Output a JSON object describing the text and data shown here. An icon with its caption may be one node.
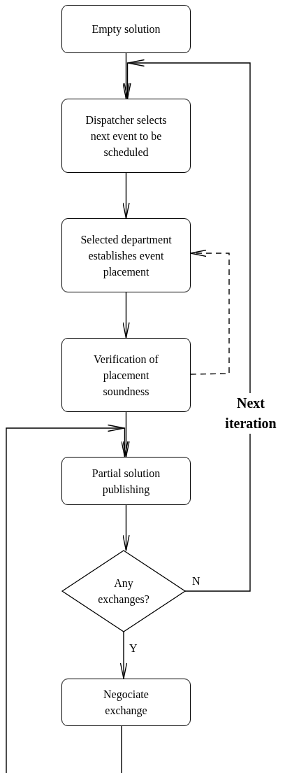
{
  "diagram": {
    "nodes": [
      {
        "text": [
          "Empty solution"
        ]
      },
      {
        "text": [
          "Dispatcher selects next event to be scheduled"
        ]
      },
      {
        "text": [
          "Selected department establishes event placement"
        ]
      },
      {
        "text": [
          "Verification of placement soundness"
        ]
      },
      {
        "text": [
          "Partial solution publishing"
        ]
      },
      {
        "text": [
          "Any exchanges?"
        ]
      },
      {
        "text": [
          "Negociate exchange"
        ]
      }
    ],
    "edges": [
      {
        "from": 0,
        "to": 1,
        "arrow": "to"
      },
      {
        "from": 1,
        "to": 2,
        "arrow": "to"
      },
      {
        "from": 2,
        "to": 3,
        "arrow": "to"
      },
      {
        "from": 3,
        "to": 2,
        "arrow": "to",
        "style": "dashed"
      },
      {
        "from": 3,
        "to": 4,
        "arrow": "to"
      },
      {
        "from": 4,
        "to": 5,
        "arrow": "to"
      },
      {
        "from": 5,
        "to": 6,
        "label": "Y",
        "arrow": "to"
      },
      {
        "from": 5,
        "to": 1,
        "label": "N",
        "arrow": "to"
      },
      {
        "from": 6,
        "to": 4,
        "arrow": "to"
      }
    ],
    "labels": [
      "Next iteration"
    ]
  }
}
